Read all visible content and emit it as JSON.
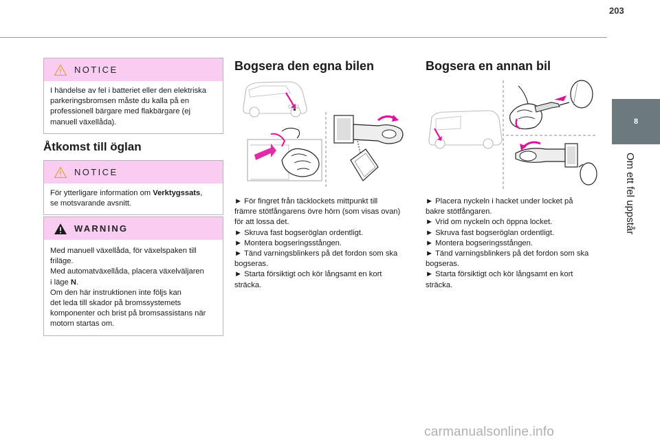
{
  "page": {
    "number": "203"
  },
  "side": {
    "tab_number": "8",
    "title": "Om ett fel uppstår"
  },
  "notice1": {
    "label": "NOTICE",
    "lines": [
      "I händelse av fel i batteriet eller den elektriska",
      "parkeringsbromsen måste du kalla på en",
      "professionell bärgare med flakbärgare (ej",
      "manuell växellåda)."
    ]
  },
  "atkomst": {
    "title": "Åtkomst till öglan"
  },
  "notice2": {
    "label": "NOTICE",
    "line1_pre": "För ytterligare information om ",
    "line1_bold": "Verktygssats",
    "line1_post": ",",
    "line2": "se motsvarande avsnitt."
  },
  "warning": {
    "label": "WARNING",
    "lines_a": [
      "Med manuell växellåda, för växelspaken till",
      "friläge.",
      "Med automatväxellåda, placera växelväljaren"
    ],
    "line_b_pre": "i läge ",
    "line_b_bold": "N",
    "line_b_post": ".",
    "lines_c": [
      "Om den här instruktionen inte följs kan",
      "det leda till skador på bromssystemets",
      "komponenter och brist på bromsassistans när",
      "motorn startas om."
    ]
  },
  "egna": {
    "title": "Bogsera den egna bilen",
    "lines": [
      "► För fingret från täcklockets mittpunkt till",
      "främre stötfångarens övre hörn (som visas ovan)",
      "för att lossa det.",
      "► Skruva fast bogseröglan ordentligt.",
      "► Montera bogseringsstången.",
      "► Tänd varningsblinkers på det fordon som ska",
      "bogseras.",
      "► Starta försiktigt och kör långsamt en kort",
      "sträcka."
    ]
  },
  "annan": {
    "title": "Bogsera en annan bil",
    "lines": [
      "► Placera nyckeln i hacket under locket på",
      "bakre stötfångaren.",
      "► Vrid om nyckeln och öppna locket.",
      "► Skruva fast bogseröglan ordentligt.",
      "► Montera bogseringsstången.",
      "► Tänd varningsblinkers på det fordon som ska",
      "bogseras.",
      "► Starta försiktigt och kör långsamt en kort",
      "sträcka."
    ]
  },
  "watermark": {
    "text": "carmanualsonline.info"
  },
  "colors": {
    "notice_bg": "#f8cdf1",
    "accent_magenta": "#e0129a",
    "tab_bg": "#6d7b7e"
  }
}
